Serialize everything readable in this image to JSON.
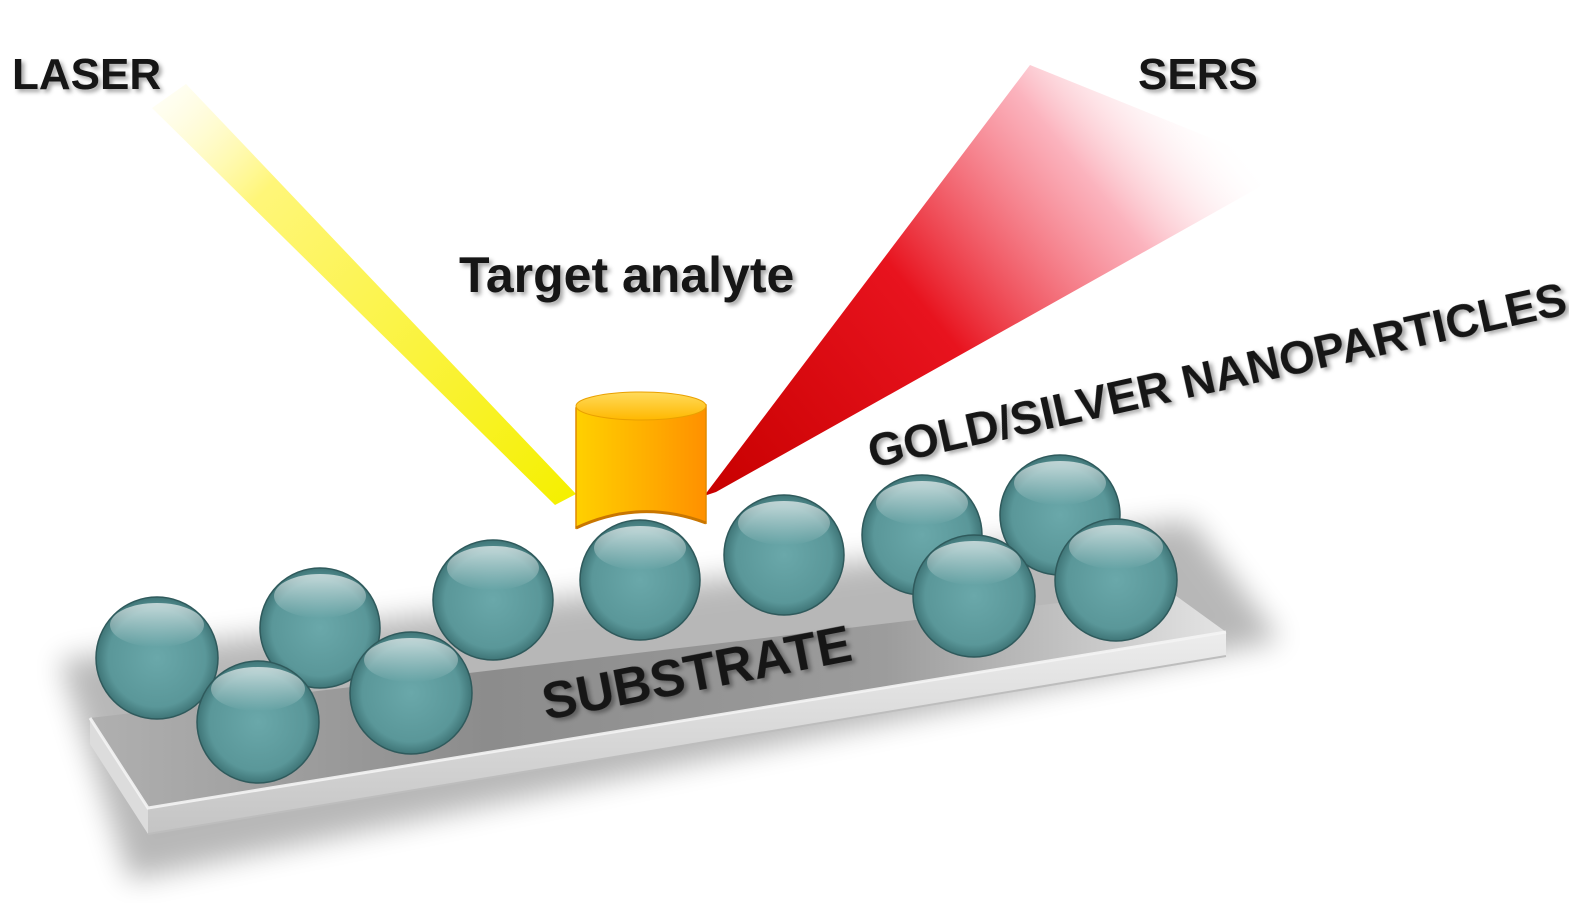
{
  "labels": {
    "laser": "LASER",
    "sers": "SERS",
    "target_analyte": "Target analyte",
    "nanoparticles": "GOLD/SILVER NANOPARTICLES",
    "substrate": "SUBSTRATE"
  },
  "colors": {
    "laser_beam": "#f5f000",
    "sers_beam": "#d40000",
    "analyte": "#ffa800",
    "nanoparticle": "#5f9ea0",
    "substrate": "#9a9a9a",
    "text": "#141414"
  },
  "icons": {
    "laser_beam": "yellow-cone",
    "sers_beam": "red-cone",
    "analyte": "orange-curved-block",
    "nanoparticle": "teal-sphere"
  }
}
